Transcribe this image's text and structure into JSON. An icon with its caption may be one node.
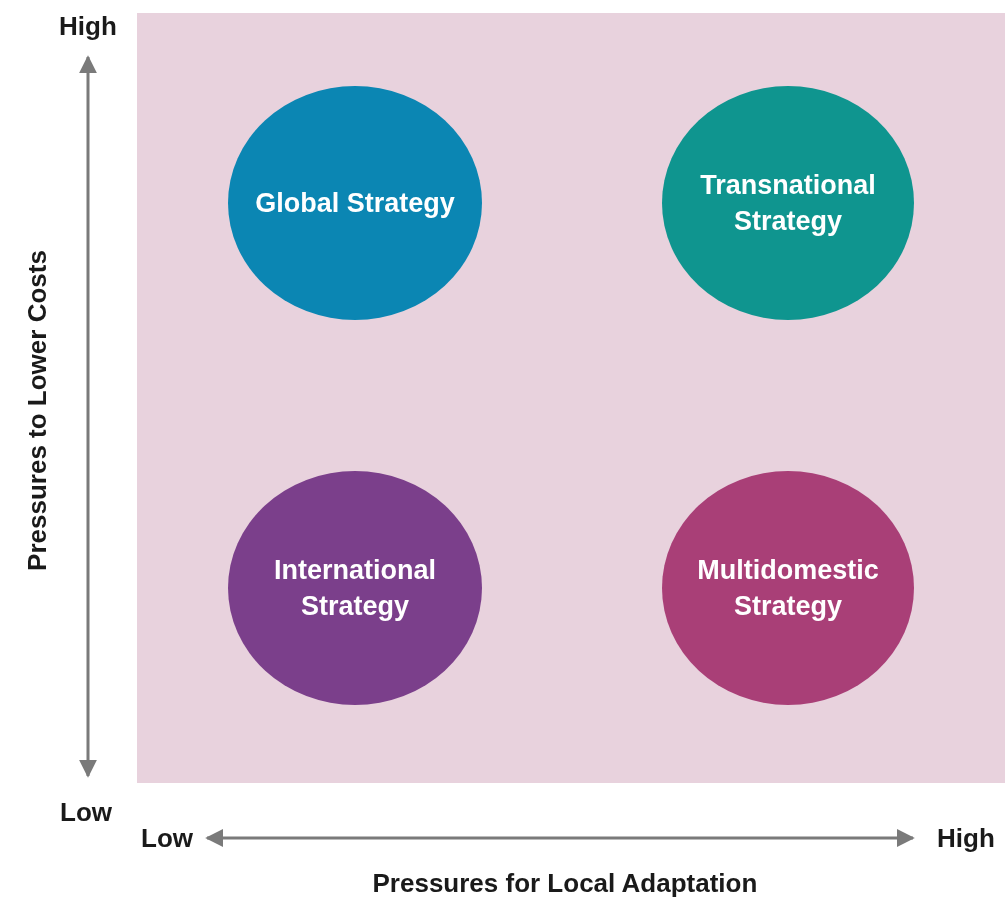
{
  "diagram": {
    "nodes": [
      {
        "text": [
          "Global Strategy"
        ]
      },
      {
        "text": [
          "Transnational Strategy"
        ]
      },
      {
        "text": [
          "International Strategy"
        ]
      },
      {
        "text": [
          "Multidomestic Strategy"
        ]
      }
    ],
    "labels": [
      "High",
      "Pressures to Lower Costs",
      "Low",
      "Low",
      "High",
      "Pressures for Local Adaptation"
    ]
  }
}
